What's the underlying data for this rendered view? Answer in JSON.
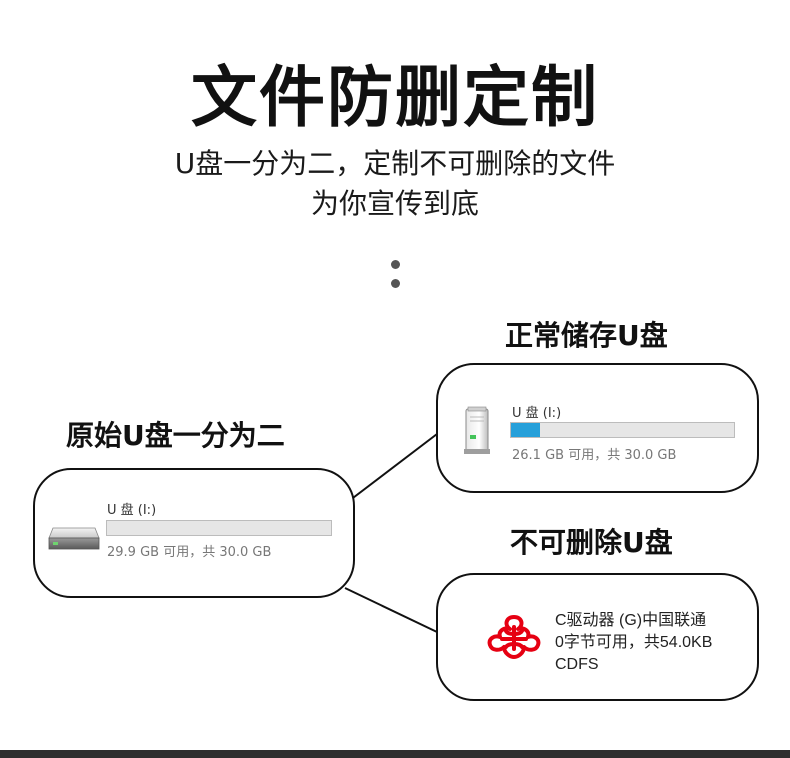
{
  "header": {
    "title": "文件防删定制",
    "subtitle_line1": "U盘一分为二，定制不可删除的文件",
    "subtitle_line2": "为你宣传到底"
  },
  "original": {
    "label": "原始U盘一分为二",
    "drive_name": "U 盘 (I:)",
    "drive_size": "29.9 GB 可用，共 30.0 GB",
    "used_fraction": 0.0,
    "icon": "hard-drive-icon"
  },
  "normal": {
    "label": "正常储存U盘",
    "drive_name": "U 盘 (I:)",
    "drive_size": "26.1 GB 可用，共 30.0 GB",
    "used_fraction": 0.13,
    "icon": "usb-drive-icon"
  },
  "undeletable": {
    "label": "不可删除U盘",
    "line1": "C驱动器 (G)中国联通",
    "line2": "0字节可用，共54.0KB",
    "line3": "CDFS",
    "icon": "china-unicom-logo",
    "logo_color": "#e60012"
  },
  "colors": {
    "bar_fill": "#26a0da",
    "bar_track": "#e6e6e6",
    "border": "#111111"
  }
}
